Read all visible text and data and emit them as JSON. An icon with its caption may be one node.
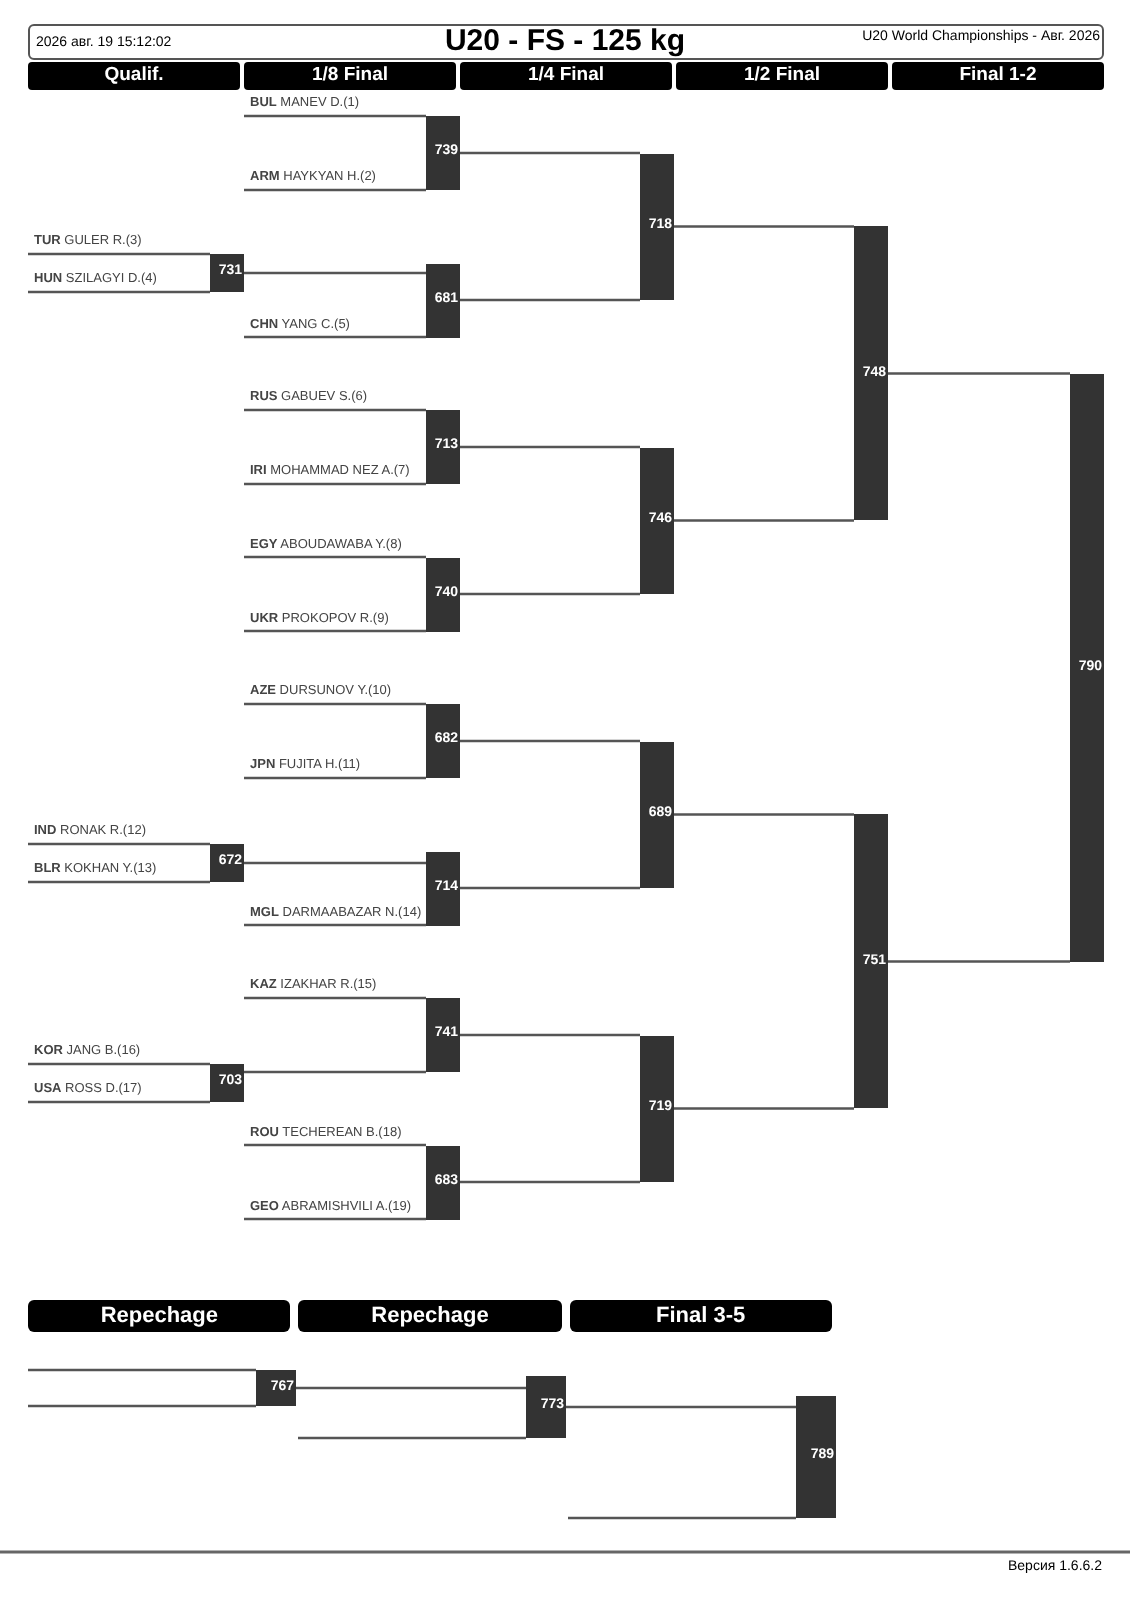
{
  "diagram": {
    "title": "U20 - FS - 125 kg",
    "nodes": [
      {
        "text": [
          "**BUL** MANEV D.(1)"
        ]
      },
      {
        "text": [
          "**ARM** HAYKYAN H.(2)"
        ]
      },
      {
        "text": [
          "**TUR** GULER R.(3)"
        ]
      },
      {
        "text": [
          "**HUN** SZILAGYI D.(4)"
        ]
      },
      {
        "text": [
          "**CHN** YANG C.(5)"
        ]
      },
      {
        "text": [
          "**RUS** GABUEV S.(6)"
        ]
      },
      {
        "text": [
          "**IRI** MOHAMMAD NEZ A.(7)"
        ]
      },
      {
        "text": [
          "**EGY** ABOUDAWABA Y.(8)"
        ]
      },
      {
        "text": [
          "**UKR** PROKOPOV R.(9)"
        ]
      },
      {
        "text": [
          "**AZE** DURSUNOV Y.(10)"
        ]
      },
      {
        "text": [
          "**JPN** FUJITA H.(11)"
        ]
      },
      {
        "text": [
          "**IND** RONAK R.(12)"
        ]
      },
      {
        "text": [
          "**BLR** KOKHAN Y.(13)"
        ]
      },
      {
        "text": [
          "**MGL** DARMAABAZAR N.(14)"
        ]
      },
      {
        "text": [
          "**KAZ** IZAKHAR R.(15)"
        ]
      },
      {
        "text": [
          "**KOR** JANG B.(16)"
        ]
      },
      {
        "text": [
          "**USA** ROSS D.(17)"
        ]
      },
      {
        "text": [
          "**ROU** TECHEREAN B.(18)"
        ]
      },
      {
        "text": [
          "**GEO** ABRAMISHVILI A.(19)"
        ]
      },
      {
        "text": [
          "731"
        ]
      },
      {
        "text": [
          "672"
        ]
      },
      {
        "text": [
          "703"
        ]
      },
      {
        "text": [
          "739"
        ]
      },
      {
        "text": [
          "681"
        ]
      },
      {
        "text": [
          "713"
        ]
      },
      {
        "text": [
          "740"
        ]
      },
      {
        "text": [
          "682"
        ]
      },
      {
        "text": [
          "714"
        ]
      },
      {
        "text": [
          "741"
        ]
      },
      {
        "text": [
          "683"
        ]
      },
      {
        "text": [
          "718"
        ]
      },
      {
        "text": [
          "746"
        ]
      },
      {
        "text": [
          "689"
        ]
      },
      {
        "text": [
          "719"
        ]
      },
      {
        "text": [
          "748"
        ]
      },
      {
        "text": [
          "751"
        ]
      },
      {
        "text": [
          "790"
        ]
      },
      {
        "text": [
          "767"
        ]
      },
      {
        "text": [
          "773"
        ]
      },
      {
        "text": [
          "789"
        ]
      }
    ],
    "edges": [
      {
        "from": 2,
        "to": 19,
        "arrow": "none"
      },
      {
        "from": 3,
        "to": 19,
        "arrow": "none"
      },
      {
        "from": 0,
        "to": 22,
        "arrow": "none"
      },
      {
        "from": 1,
        "to": 22,
        "arrow": "none"
      },
      {
        "from": 19,
        "to": 23,
        "arrow": "none"
      },
      {
        "from": 4,
        "to": 23,
        "arrow": "none"
      },
      {
        "from": 5,
        "to": 24,
        "arrow": "none"
      },
      {
        "from": 6,
        "to": 24,
        "arrow": "none"
      },
      {
        "from": 7,
        "to": 25,
        "arrow": "none"
      },
      {
        "from": 8,
        "to": 25,
        "arrow": "none"
      },
      {
        "from": 9,
        "to": 26,
        "arrow": "none"
      },
      {
        "from": 10,
        "to": 26,
        "arrow": "none"
      },
      {
        "from": 11,
        "to": 20,
        "arrow": "none"
      },
      {
        "from": 12,
        "to": 20,
        "arrow": "none"
      },
      {
        "from": 20,
        "to": 27,
        "arrow": "none"
      },
      {
        "from": 13,
        "to": 27,
        "arrow": "none"
      },
      {
        "from": 14,
        "to": 28,
        "arrow": "none"
      },
      {
        "from": 15,
        "to": 21,
        "arrow": "none"
      },
      {
        "from": 16,
        "to": 21,
        "arrow": "none"
      },
      {
        "from": 21,
        "to": 28,
        "arrow": "none"
      },
      {
        "from": 17,
        "to": 29,
        "arrow": "none"
      },
      {
        "from": 18,
        "to": 29,
        "arrow": "none"
      },
      {
        "from": 22,
        "to": 30,
        "arrow": "none"
      },
      {
        "from": 23,
        "to": 30,
        "arrow": "none"
      },
      {
        "from": 24,
        "to": 31,
        "arrow": "none"
      },
      {
        "from": 25,
        "to": 31,
        "arrow": "none"
      },
      {
        "from": 26,
        "to": 32,
        "arrow": "none"
      },
      {
        "from": 27,
        "to": 32,
        "arrow": "none"
      },
      {
        "from": 28,
        "to": 33,
        "arrow": "none"
      },
      {
        "from": 29,
        "to": 33,
        "arrow": "none"
      },
      {
        "from": 30,
        "to": 34,
        "arrow": "none"
      },
      {
        "from": 31,
        "to": 34,
        "arrow": "none"
      },
      {
        "from": 32,
        "to": 35,
        "arrow": "none"
      },
      {
        "from": 33,
        "to": 35,
        "arrow": "none"
      },
      {
        "from": 34,
        "to": 36,
        "arrow": "none"
      },
      {
        "from": 35,
        "to": 36,
        "arrow": "none"
      },
      {
        "from": null,
        "to": 37,
        "arrow": "none"
      },
      {
        "from": null,
        "to": 37,
        "arrow": "none"
      },
      {
        "from": 37,
        "to": 38,
        "arrow": "none"
      },
      {
        "from": null,
        "to": 38,
        "arrow": "none"
      },
      {
        "from": 38,
        "to": 39,
        "arrow": "none"
      },
      {
        "from": null,
        "to": 39,
        "arrow": "none"
      }
    ],
    "labels": [
      "2026 авг. 19 15:12:02",
      "U20 World Championships - Авг. 2026",
      "Qualif.",
      "1/8 Final",
      "1/4 Final",
      "1/2 Final",
      "Final 1-2",
      "Repechage",
      "Repechage",
      "Final 3-5",
      "Версия 1.6.6.2"
    ]
  }
}
